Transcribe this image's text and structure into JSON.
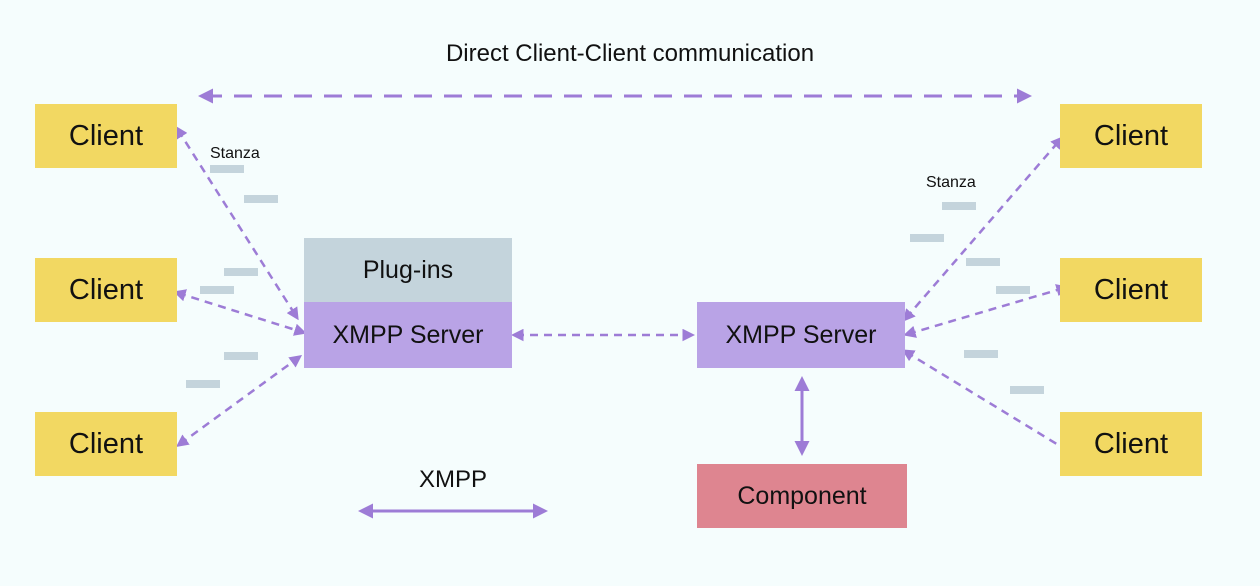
{
  "title": "Direct Client-Client communication",
  "colors": {
    "client": "#f2d862",
    "server": "#b9a3e6",
    "plugins": "#c4d4dc",
    "component": "#de8590",
    "arrow": "#9d7cd6",
    "stanza_bar": "#c4d4dc",
    "background": "#f5fdfd"
  },
  "clients_left": [
    "Client",
    "Client",
    "Client"
  ],
  "clients_right": [
    "Client",
    "Client",
    "Client"
  ],
  "plugins_label": "Plug-ins",
  "server_left_label": "XMPP Server",
  "server_right_label": "XMPP Server",
  "component_label": "Component",
  "stanza_left": "Stanza",
  "stanza_right": "Stanza",
  "legend_label": "XMPP"
}
